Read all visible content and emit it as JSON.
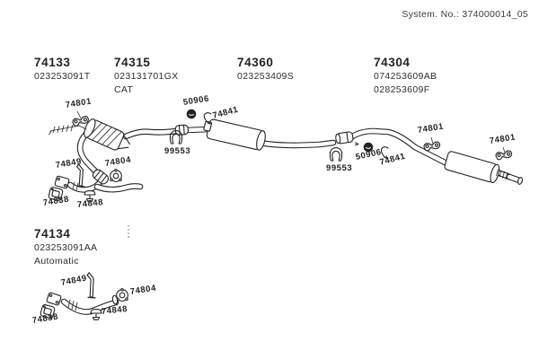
{
  "header": {
    "system_no": "System. No.: 374000014_05"
  },
  "part_groups": [
    {
      "number": "74133",
      "codes": [
        "023253091T"
      ]
    },
    {
      "number": "74315",
      "codes": [
        "023131701GX",
        "CAT"
      ]
    },
    {
      "number": "74360",
      "codes": [
        "023253409S"
      ]
    },
    {
      "number": "74304",
      "codes": [
        "074253609AB",
        "028253609F"
      ]
    },
    {
      "number": "74134",
      "codes": [
        "023253091AA",
        "Automatic"
      ]
    }
  ],
  "callouts": [
    "74801",
    "50906",
    "74841",
    "99553",
    "74849",
    "74804",
    "74838",
    "74848",
    "99553",
    "50906",
    "74841",
    "74801",
    "74801",
    "74849",
    "74804",
    "74848",
    "74838"
  ],
  "colors": {
    "ink": "#232323",
    "background": "#ffffff"
  }
}
